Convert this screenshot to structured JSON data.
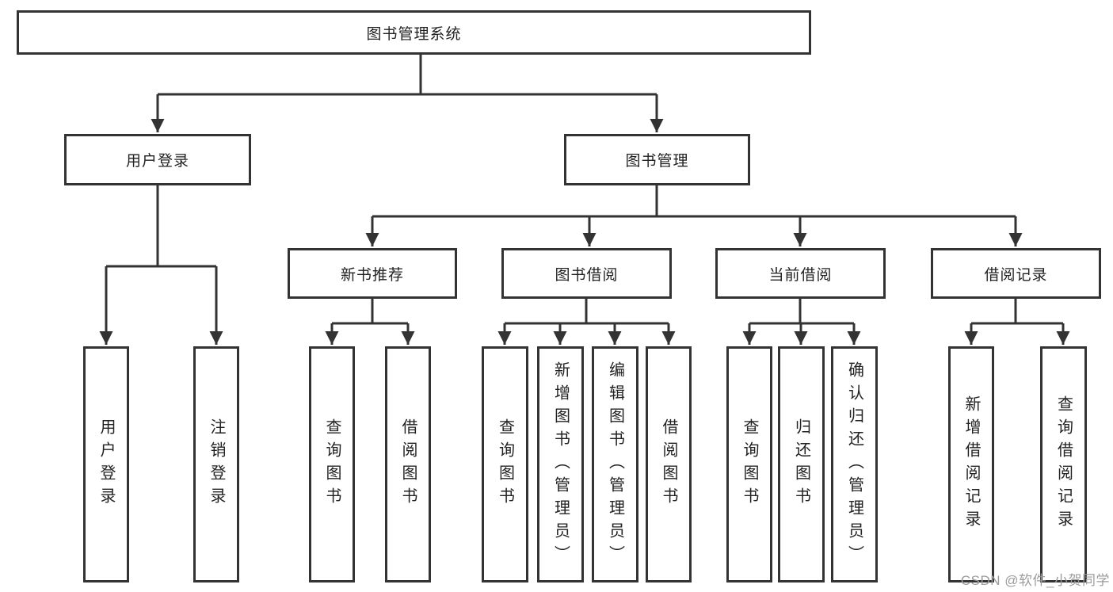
{
  "diagram": {
    "title": "图书管理系统",
    "level2": {
      "user_login": "用户登录",
      "book_management": "图书管理"
    },
    "level3": {
      "new_book_recommend": "新书推荐",
      "book_borrow": "图书借阅",
      "current_borrow": "当前借阅",
      "borrow_records": "借阅记录"
    },
    "leaves": {
      "user_login": [
        "用户登录",
        "注销登录"
      ],
      "new_book_recommend": [
        "查询图书",
        "借阅图书"
      ],
      "book_borrow": [
        "查询图书",
        "新增图书（管理员）",
        "编辑图书（管理员）",
        "借阅图书"
      ],
      "current_borrow": [
        "查询图书",
        "归还图书",
        "确认归还（管理员）"
      ],
      "borrow_records": [
        "新增借阅记录",
        "查询借阅记录"
      ]
    },
    "colors": {
      "line": "#333333",
      "text": "#222222",
      "watermark": "#9b9b9b",
      "background": "#ffffff"
    }
  },
  "watermark": {
    "text": "CSDN @软件_小贺同学"
  }
}
